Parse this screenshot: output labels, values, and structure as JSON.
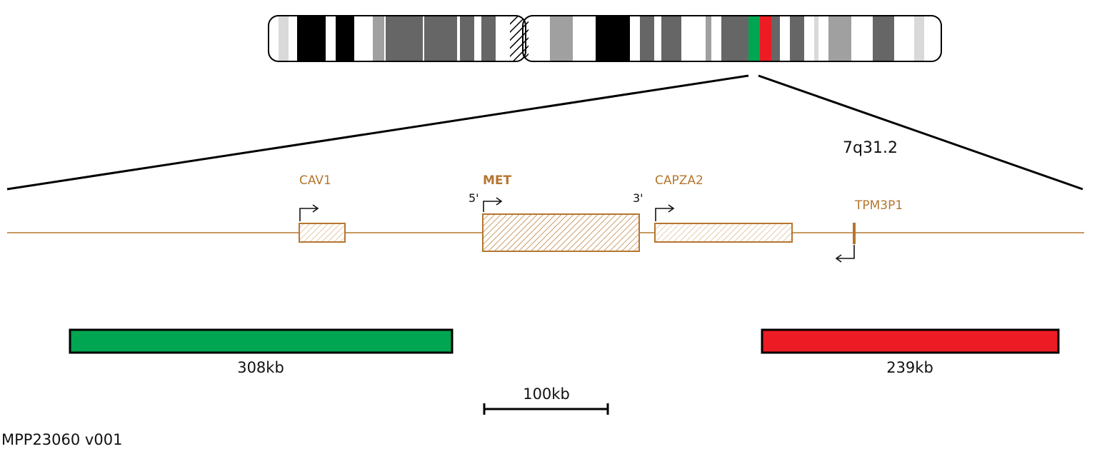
{
  "chromosome": {
    "band": "7q31.2",
    "color_probe_5": "#00a651",
    "color_probe_3": "#ed1c24"
  },
  "genes": {
    "cav1": "CAV1",
    "met": "MET",
    "capza2": "CAPZA2",
    "tpm3p1": "TPM3P1",
    "gene_color": "#b5762f"
  },
  "ends": {
    "five": "5'",
    "three": "3'"
  },
  "probes": {
    "green": {
      "size": "308kb",
      "color": "#00a651"
    },
    "red": {
      "size": "239kb",
      "color": "#ed1c24"
    }
  },
  "scale": {
    "label": "100kb"
  },
  "footer": {
    "code": "MPP23060 v001"
  }
}
